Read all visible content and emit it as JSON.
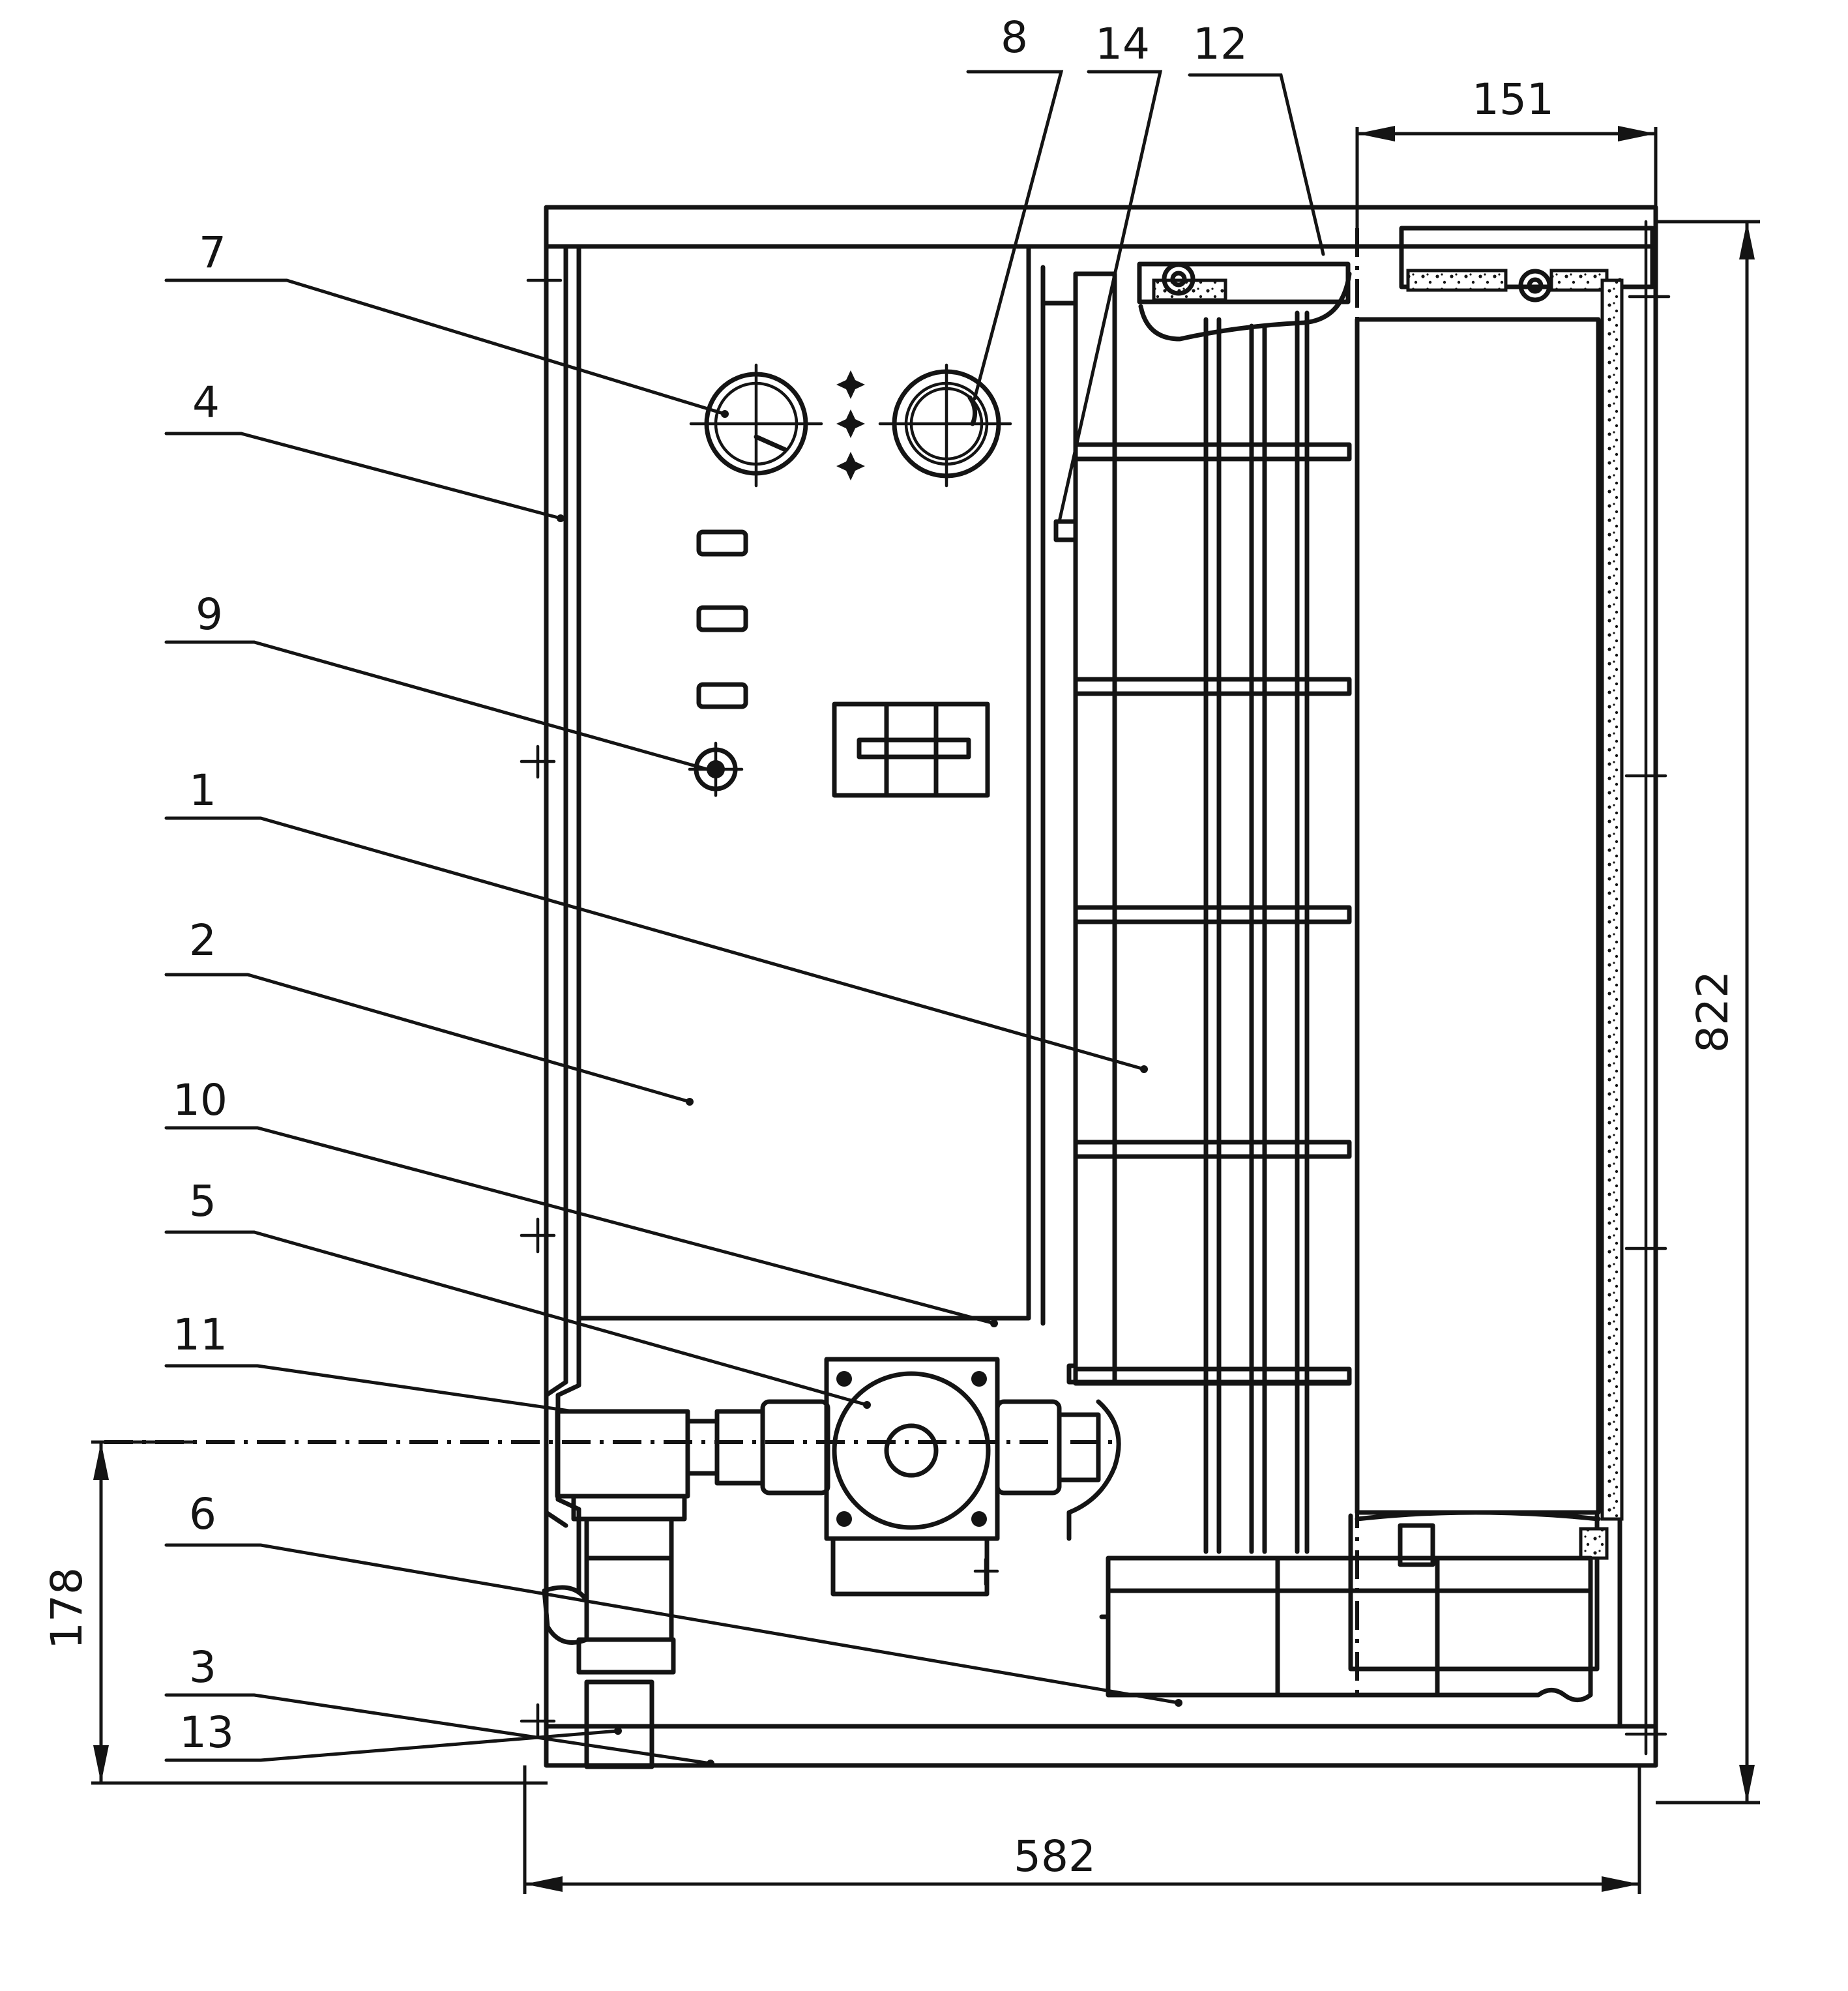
{
  "callouts": [
    "1",
    "2",
    "3",
    "4",
    "5",
    "6",
    "7",
    "8",
    "9",
    "10",
    "11",
    "12",
    "13",
    "14"
  ],
  "dimensions": {
    "depth": "151",
    "height": "822",
    "width": "582",
    "pipe_height": "178"
  }
}
